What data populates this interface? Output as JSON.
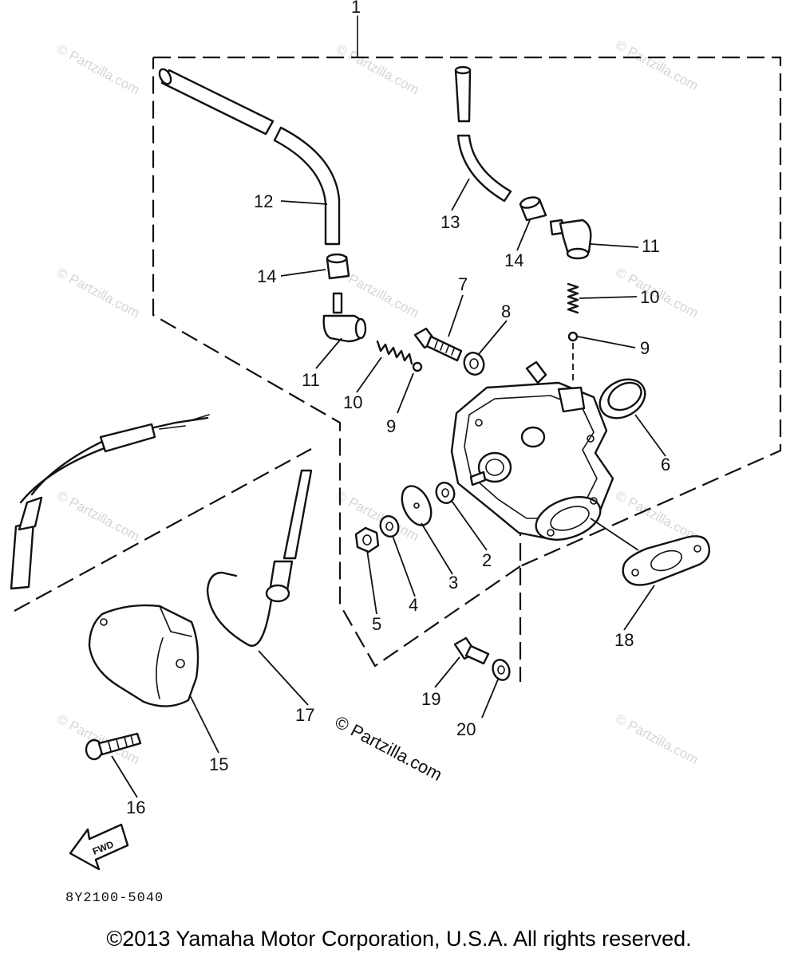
{
  "diagram": {
    "callouts": {
      "c1": "1",
      "c2": "2",
      "c3": "3",
      "c4": "4",
      "c5": "5",
      "c6": "6",
      "c7": "7",
      "c8": "8",
      "c9a": "9",
      "c9b": "9",
      "c10a": "10",
      "c10b": "10",
      "c11a": "11",
      "c11b": "11",
      "c12": "12",
      "c13": "13",
      "c14a": "14",
      "c14b": "14",
      "c15": "15",
      "c16": "16",
      "c17": "17",
      "c18": "18",
      "c19": "19",
      "c20": "20"
    },
    "fwd_label": "FWD",
    "part_code": "8Y2100-5040",
    "center_watermark": "© Partzilla.com",
    "watermark_text": "© Partzilla.com",
    "copyright": "©2013  Yamaha Motor Corporation, U.S.A. All rights reserved."
  }
}
